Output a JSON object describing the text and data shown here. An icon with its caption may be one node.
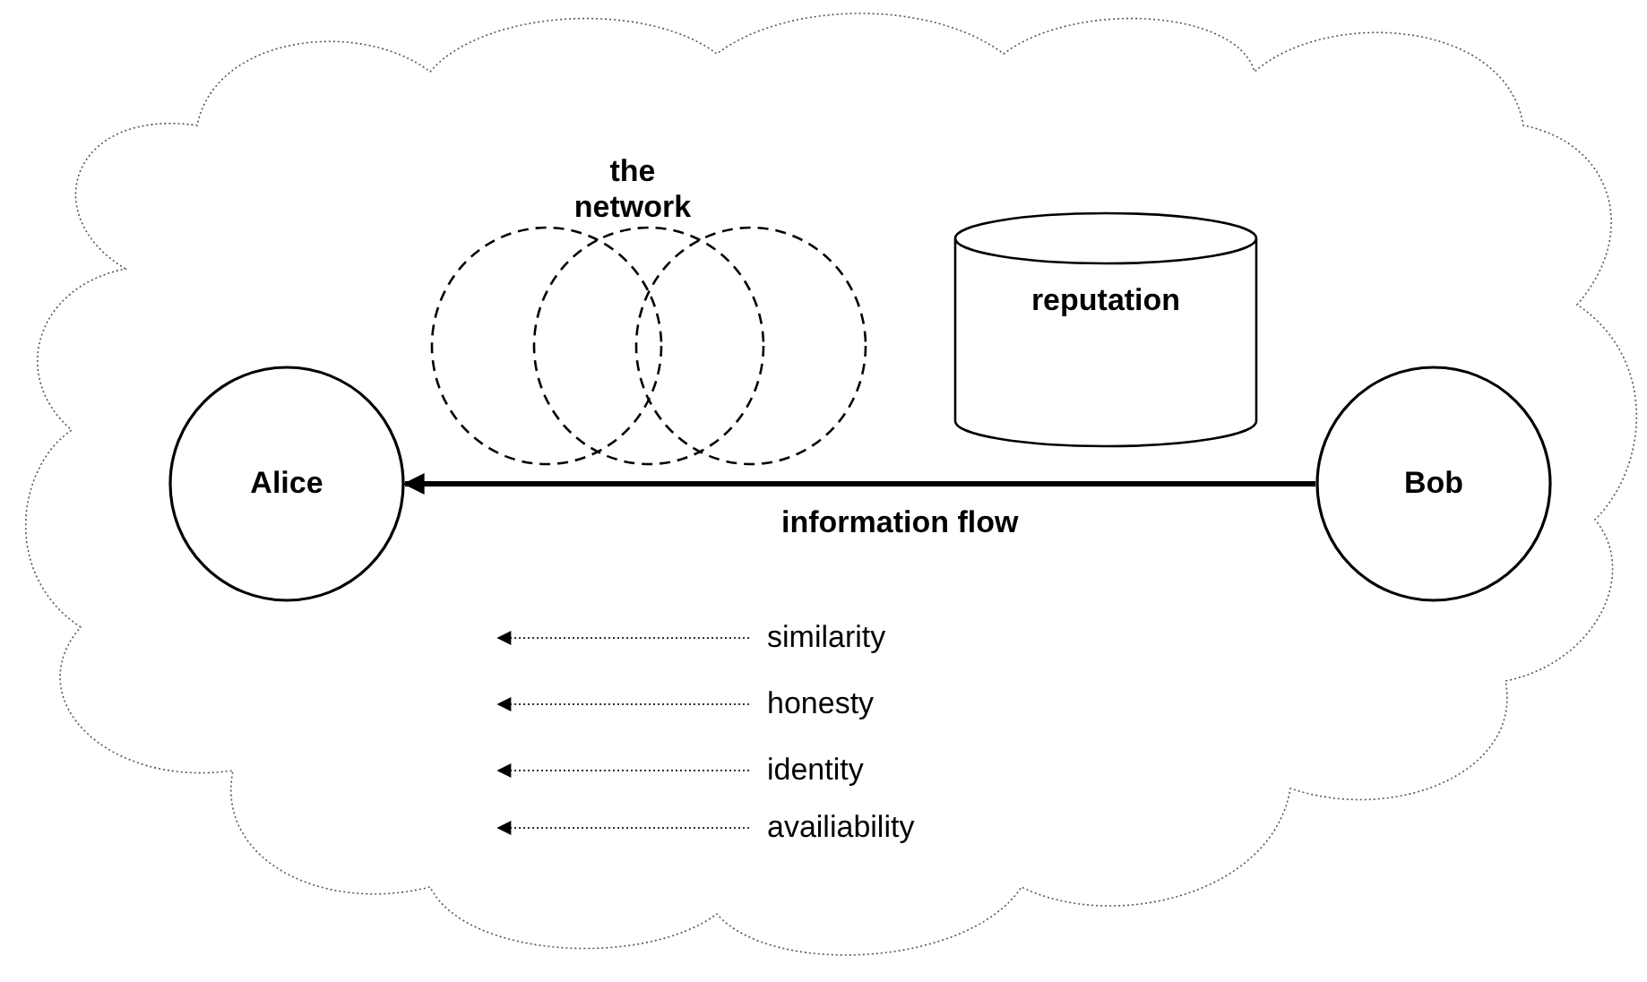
{
  "diagram": {
    "nodes": [
      {
        "text": [
          "Alice"
        ]
      },
      {
        "text": [
          "the network"
        ]
      },
      {
        "text": [
          "reputation"
        ]
      },
      {
        "text": [
          "Bob"
        ]
      },
      {
        "text": [
          "similarity"
        ]
      },
      {
        "text": [
          "honesty"
        ]
      },
      {
        "text": [
          "identity"
        ]
      },
      {
        "text": [
          "availiability"
        ]
      }
    ],
    "edges": [
      {
        "from": 3,
        "to": 0,
        "arrow": "to",
        "label": "information flow",
        "style": "thick"
      },
      {
        "from": 4,
        "to": null,
        "arrow": "to",
        "style": "dashed"
      },
      {
        "from": 5,
        "to": null,
        "arrow": "to",
        "style": "dashed"
      },
      {
        "from": 6,
        "to": null,
        "arrow": "to",
        "style": "dashed"
      },
      {
        "from": 7,
        "to": null,
        "arrow": "to",
        "style": "dashed"
      }
    ]
  }
}
